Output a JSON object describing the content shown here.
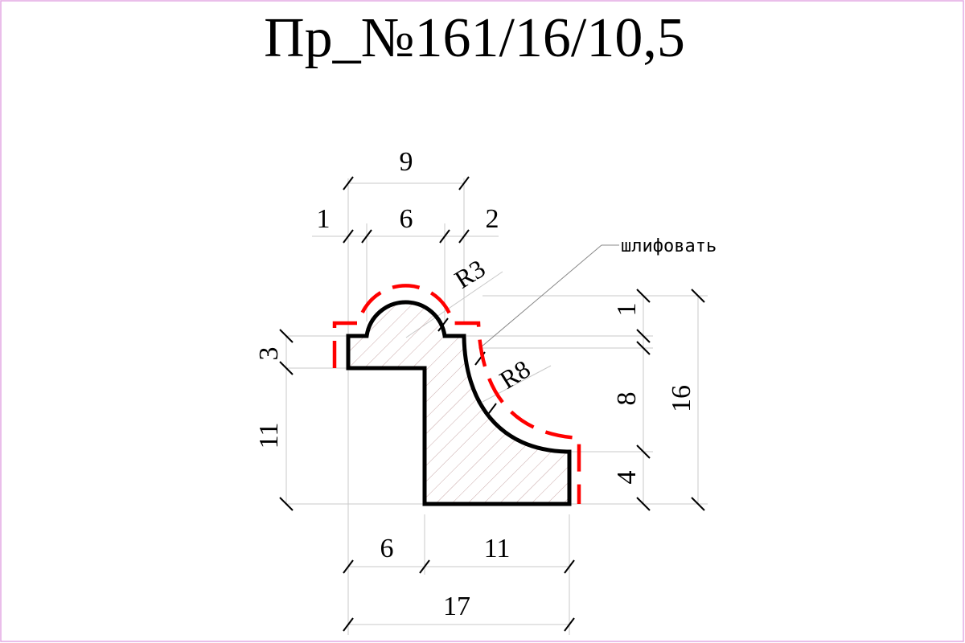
{
  "title": "Пр_№161/16/10,5",
  "note": "шлифовать",
  "radii": {
    "r_small": "R3",
    "r_large": "R8"
  },
  "dimensions": {
    "top_total": "9",
    "top_left": "1",
    "top_mid": "6",
    "top_right": "2",
    "left_upper": "3",
    "left_lower": "11",
    "right_top": "1",
    "right_mid": "8",
    "right_bottom": "4",
    "right_total": "16",
    "bottom_left": "6",
    "bottom_right": "11",
    "bottom_total": "17"
  },
  "colors": {
    "outline": "#000000",
    "grinding_line": "#ff0000",
    "border": "#e3a8e3",
    "hatch": "#c9a9a9"
  }
}
